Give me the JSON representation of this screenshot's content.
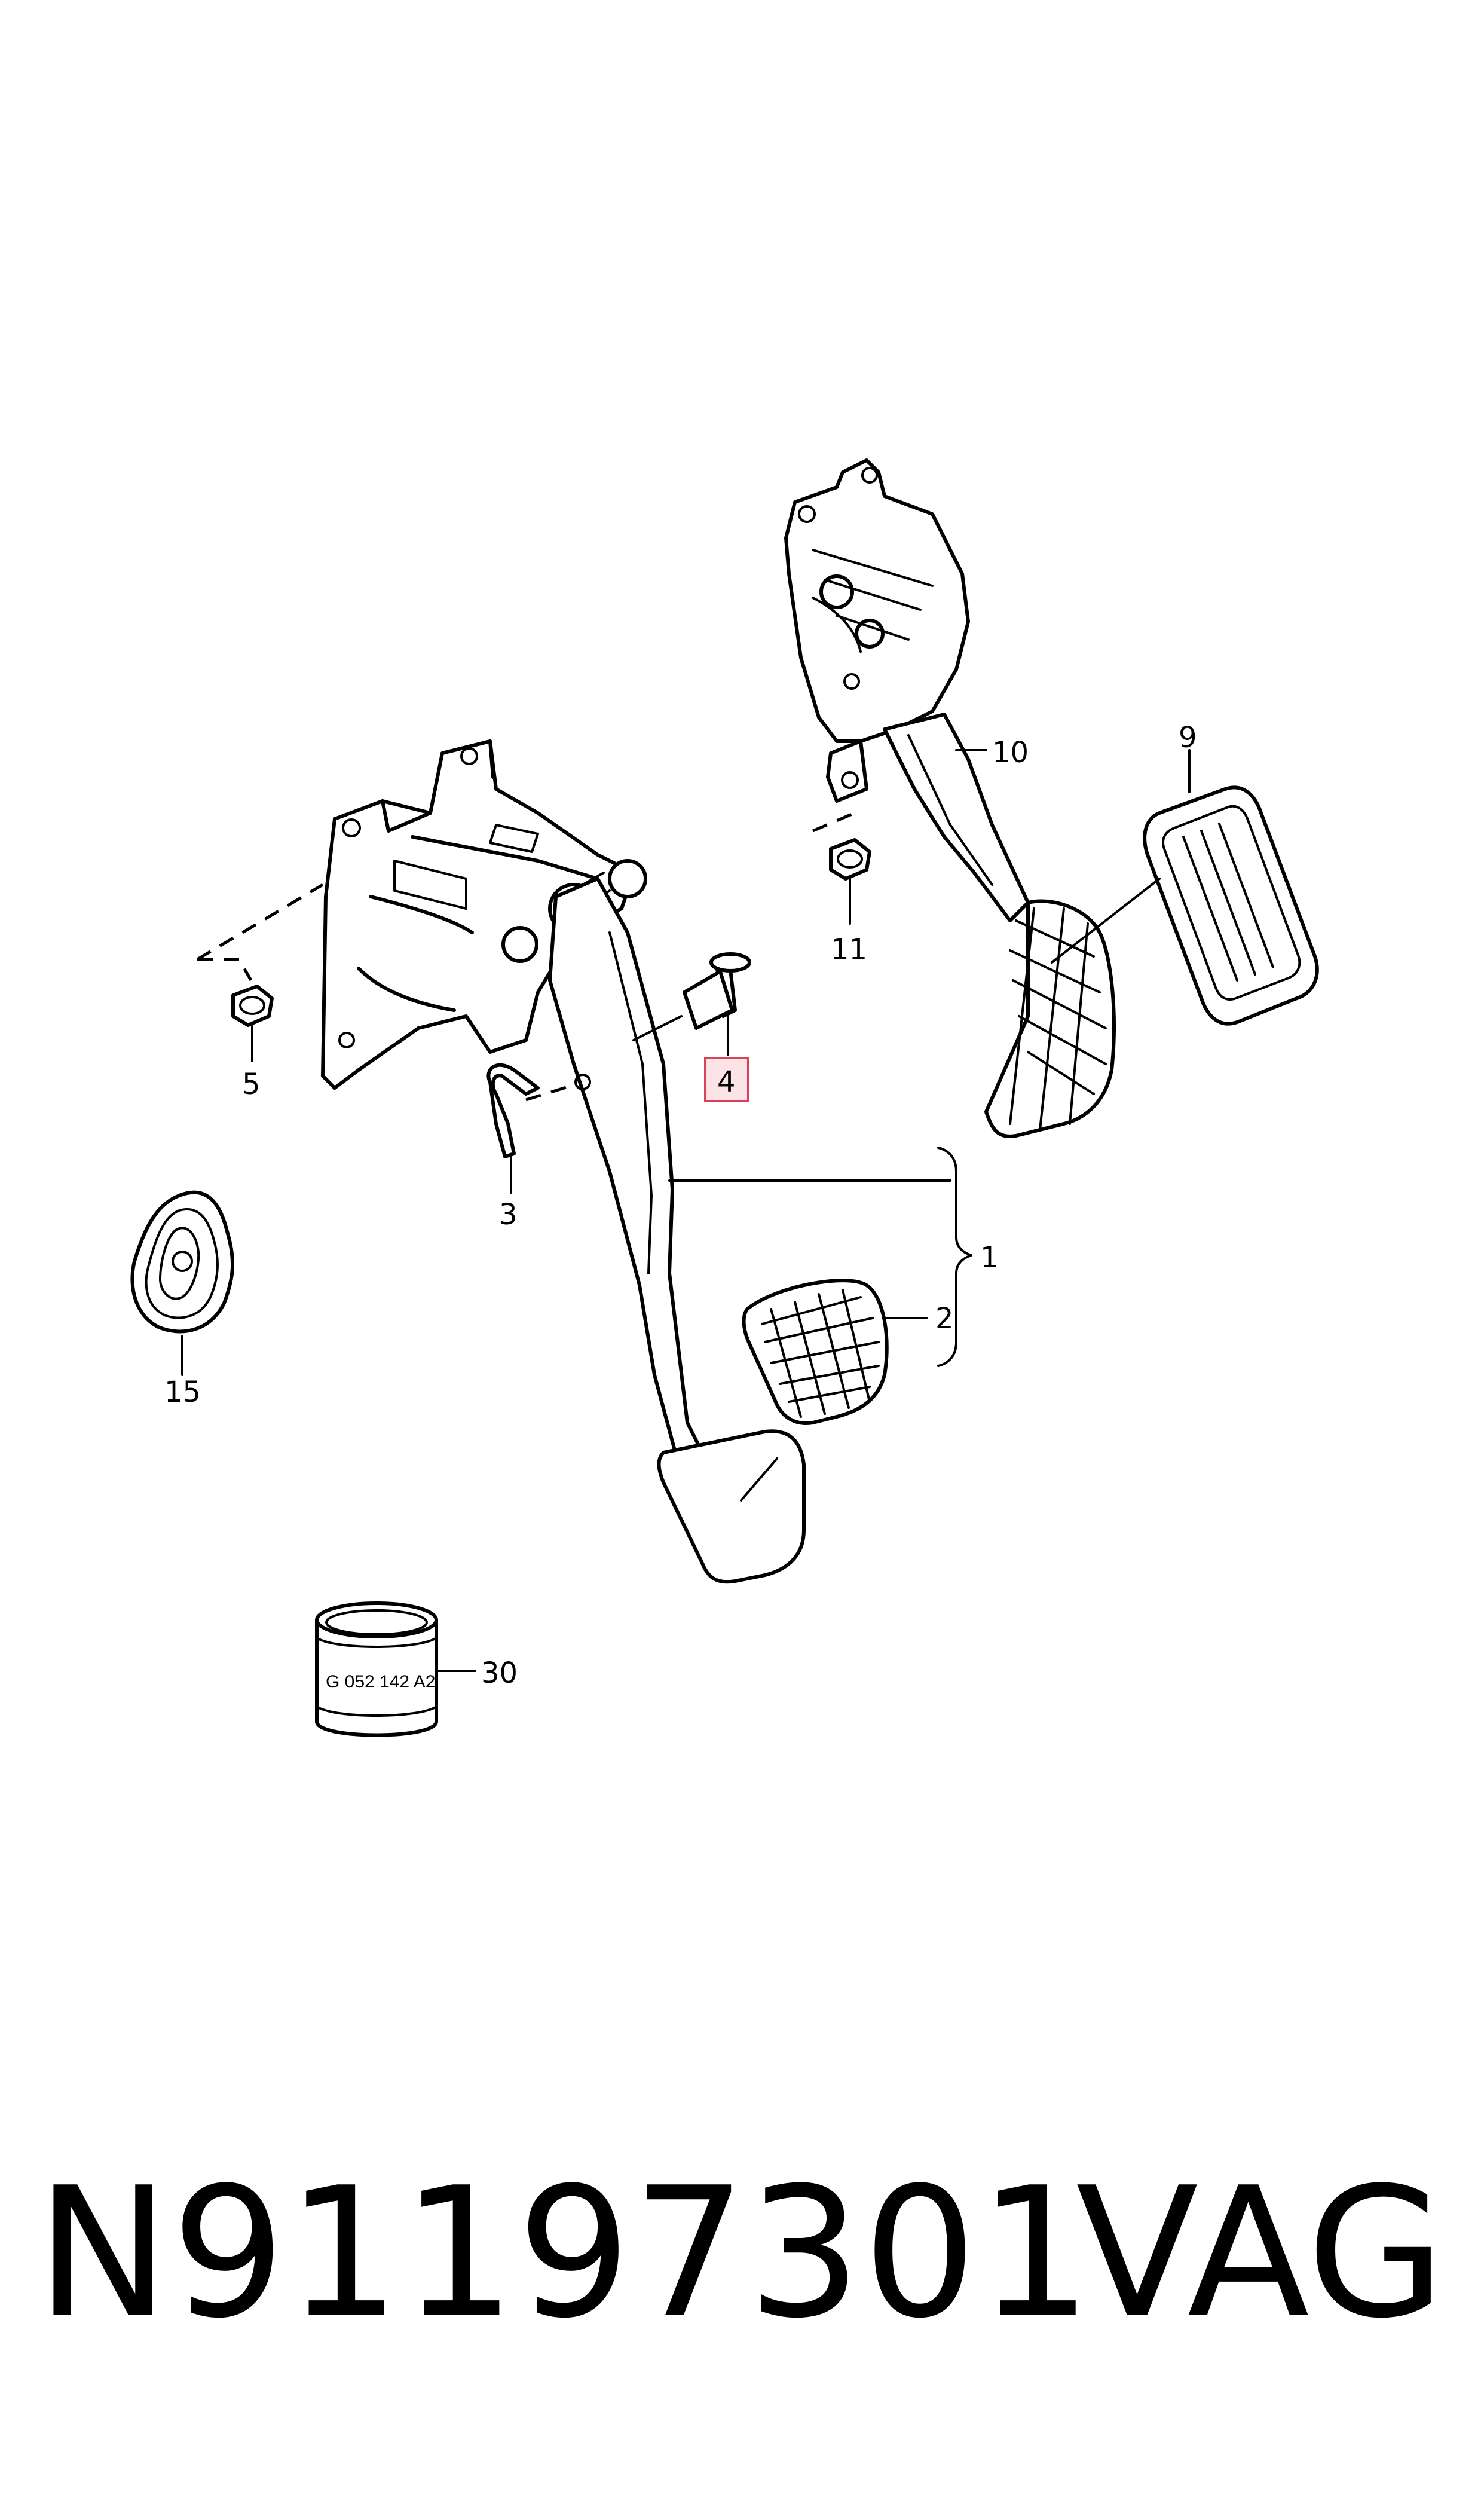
{
  "diagram": {
    "callouts": {
      "c1": "1",
      "c2": "2",
      "c3": "3",
      "c4": "4",
      "c5": "5",
      "c9": "9",
      "c10": "10",
      "c11": "11",
      "c15": "15",
      "c30": "30"
    },
    "highlighted_callout": "4",
    "highlight_color": "#d9435a",
    "sleeve_stamp": "G 052 142 A2"
  },
  "footer": {
    "part_number": "N91197301",
    "brand": "VAG"
  }
}
